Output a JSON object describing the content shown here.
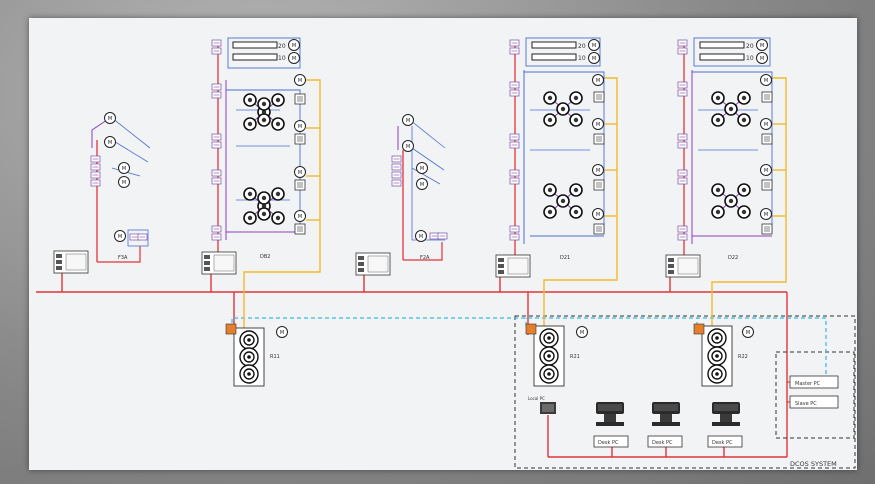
{
  "labels": {
    "f3a": "F3A",
    "db2": "DB2",
    "f2a": "F2A",
    "d21": "D21",
    "d22": "D22",
    "r11": "R11",
    "r21": "R21",
    "r22": "R22",
    "master_pc": "Master PC",
    "slave_pc": "Slave PC",
    "desk_pc_1": "Desk PC",
    "desk_pc_2": "Desk PC",
    "desk_pc_3": "Desk PC",
    "local_pc": "Local PC",
    "dcos_system": "DCOS SYSTEM",
    "rack_20_a": "20",
    "rack_10_a": "10",
    "rack_20_b": "20",
    "rack_10_b": "10",
    "rack_20_c": "20",
    "rack_10_c": "10"
  },
  "colors": {
    "power_line": "#e0353a",
    "signal_line": "#f3b92d",
    "network_line": "#36b7e6",
    "bus_purple": "#8e3fbf",
    "bus_blue": "#4a6fd0",
    "boundary": "#333333"
  }
}
